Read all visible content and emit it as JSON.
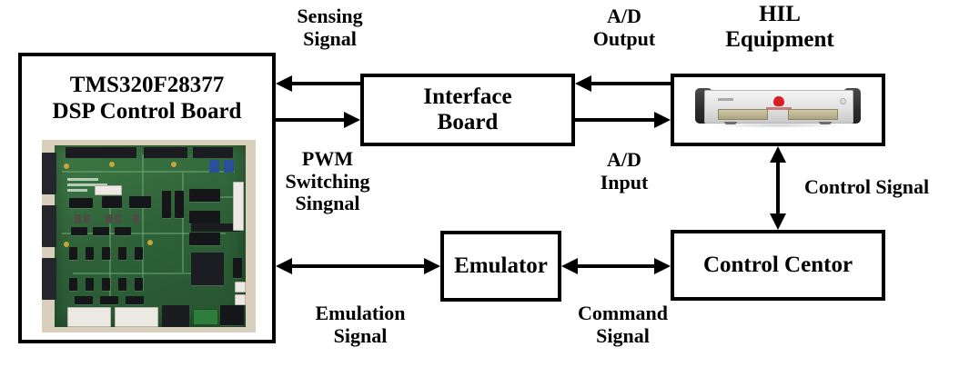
{
  "diagram": {
    "title": "HIL test platform block diagram",
    "blocks": {
      "dsp": {
        "label": "TMS320F28377\nDSP Control Board",
        "photo_alt": "dsp-control-board-photo"
      },
      "interface": {
        "label": "Interface\nBoard"
      },
      "hil": {
        "label": "HIL\nEquipment",
        "photo_alt": "hil-equipment-photo"
      },
      "emulator": {
        "label": "Emulator"
      },
      "control_center": {
        "label": "Control Centor"
      }
    },
    "edge_labels": {
      "sensing_signal": "Sensing\nSignal",
      "pwm_switching": "PWM\nSwitching\nSingnal",
      "ad_output": "A/D\nOutput",
      "ad_input": "A/D\nInput",
      "control_signal": "Control Signal",
      "emulation_signal": "Emulation\nSignal",
      "command_signal": "Command\nSignal"
    },
    "colors": {
      "stroke": "#000000",
      "background": "#ffffff",
      "pcb_green": "#2f6238",
      "hil_logo_red": "#d81f26"
    }
  }
}
